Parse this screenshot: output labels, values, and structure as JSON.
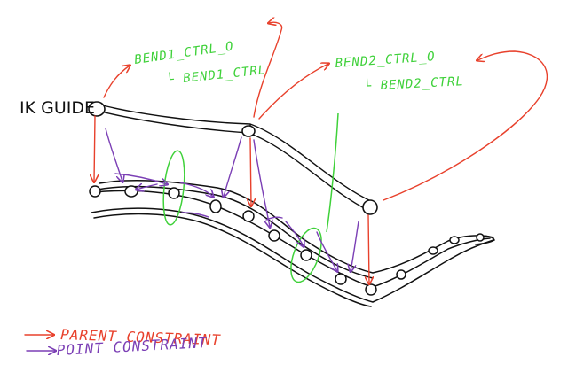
{
  "colors": {
    "black": "#111111",
    "red": "#e8412c",
    "green": "#3fd13a",
    "purple": "#7b3fb5"
  },
  "labels": {
    "ik_guide": "IK GUIDE",
    "bend1_ctrl_o": "BEND1_CTRL_O",
    "bend1_ctrl": "└ BEND1_CTRL",
    "bend2_ctrl_o": "BEND2_CTRL_O",
    "bend2_ctrl": "└ BEND2_CTRL"
  },
  "legend": {
    "parent": "PARENT CONSTRAINT",
    "point": "POINT CONSTRAINT"
  }
}
